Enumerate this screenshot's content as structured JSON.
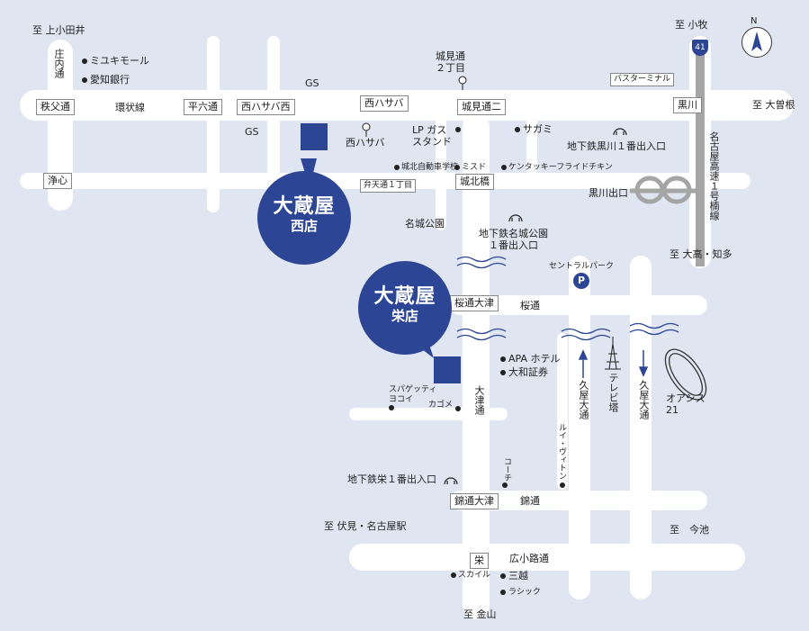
{
  "colors": {
    "background": "#dfe5f1",
    "road": "#ffffff",
    "store": "#2c4695",
    "expressway": "#a5a5a5",
    "river": "#2c4695"
  },
  "directions": {
    "kamiotai": "至 上小田井",
    "komaki": "至 小牧",
    "ozone": "至 大曽根",
    "otaka": "至 大高・知多",
    "fushimi": "至 伏見・名古屋駅",
    "imaike": "至　今池",
    "kanayama": "至 金山"
  },
  "route_shield": "41",
  "north": "N",
  "road_signs": {
    "chichibu": "秩父通",
    "heiroku": "平六通",
    "nishihasaba_nishi": "西ハサバ西",
    "nishihasaba": "西ハサバ",
    "shiromi2": "城見通二",
    "kurokawa": "黒川",
    "joshin": "浄心",
    "bentendori": "弁天通１丁目",
    "johokubashi": "城北橋",
    "sakura_otsu": "桜通大津",
    "nishiki_otsu": "錦通大津",
    "sakae": "栄",
    "bus_terminal": "バスターミナル"
  },
  "labels": {
    "shonai": "庄内通",
    "gs1": "GS",
    "gs2": "GS",
    "kanjo": "環状線",
    "shiromi_2chome": "城見通\n２丁目",
    "lpgas": "LP ガス\nスタンド",
    "nishihasaba_pin": "西ハサバ",
    "kurokawa_exit1": "地下鉄黒川１番出入口",
    "kurokawa_ramp": "黒川出口",
    "expressway": "名古屋高速１号楠線",
    "meijo_park": "名城公園",
    "meijo_exit1": "地下鉄名城公園\n１番出入口",
    "central_park": "セントラルパーク",
    "sakuradori": "桜通",
    "otsudori": "大津通",
    "hisaya_w": "久屋大通",
    "hisaya_e": "久屋大通",
    "tv_tower": "テレビ塔",
    "oasis": "オアシス\n21",
    "kagome": "カゴメ",
    "spaghetti": "スパゲッティ\nヨコイ",
    "coach": "コーチ",
    "vuitton": "ルイ・ヴィトン",
    "sakae_exit1": "地下鉄栄１番出入口",
    "nishikidori": "錦通",
    "hirokoji": "広小路通"
  },
  "pois": {
    "miyuki": "ミユキモール",
    "aichi_bank": "愛知銀行",
    "sagami": "サガミ",
    "driving_school": "城北自動車学校",
    "misdo": "ミスド",
    "kfc": "ケンタッキーフライドチキン",
    "apa": "APA ホテル",
    "daiwa": "大和証券",
    "skyle": "スカイル",
    "mitsukoshi": "三越",
    "lachic": "ラシック"
  },
  "parking_icon": "P",
  "stores": {
    "nishi": {
      "name": "大蔵屋",
      "branch": "西店"
    },
    "sakae": {
      "name": "大蔵屋",
      "branch": "栄店"
    }
  }
}
